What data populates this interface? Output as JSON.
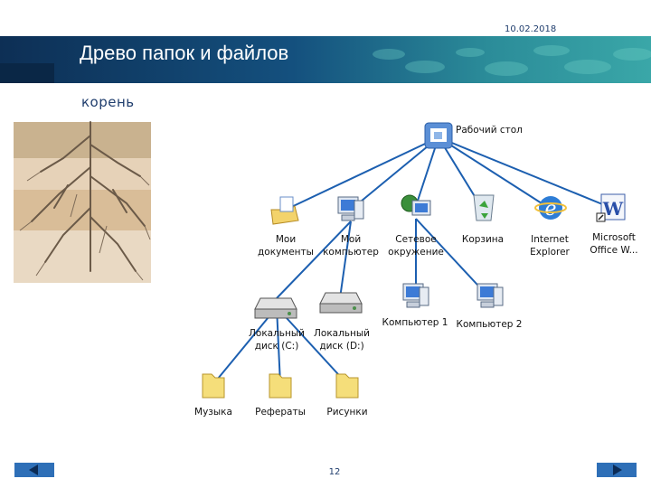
{
  "header": {
    "date": "10.02.2018",
    "title": "Древо папок и файлов",
    "root_label": "корень"
  },
  "colors": {
    "accent": "#1a6fb3",
    "header_dark": "#0d2f55",
    "header_teal": "#3aa7a8",
    "line": "#1c5fb0"
  },
  "tree": {
    "root": {
      "label": "Рабочий стол",
      "icon": "desktop-icon"
    },
    "level1": [
      {
        "label": "Мои\nдокументы",
        "icon": "my-documents-icon"
      },
      {
        "label": "Мой\nкомпьютер",
        "icon": "my-computer-icon"
      },
      {
        "label": "Сетевое\nокружение",
        "icon": "network-places-icon"
      },
      {
        "label": "Корзина",
        "icon": "recycle-bin-icon"
      },
      {
        "label": "Internet\nExplorer",
        "icon": "internet-explorer-icon"
      },
      {
        "label": "Microsoft\nOffice W...",
        "icon": "word-shortcut-icon"
      }
    ],
    "drives": [
      {
        "label": "Локальный\nдиск (C:)",
        "icon": "drive-icon"
      },
      {
        "label": "Локальный\nдиск (D:)",
        "icon": "drive-icon"
      }
    ],
    "network_computers": [
      {
        "label": "Компьютер 1",
        "icon": "computer-icon"
      },
      {
        "label": "Компьютер 2",
        "icon": "computer-icon"
      }
    ],
    "folders": [
      {
        "label": "Музыка",
        "icon": "folder-icon"
      },
      {
        "label": "Рефераты",
        "icon": "folder-icon"
      },
      {
        "label": "Рисунки",
        "icon": "folder-icon"
      }
    ]
  },
  "footer": {
    "page_number": "12",
    "prev_icon": "arrow-left-icon",
    "next_icon": "arrow-right-icon"
  }
}
